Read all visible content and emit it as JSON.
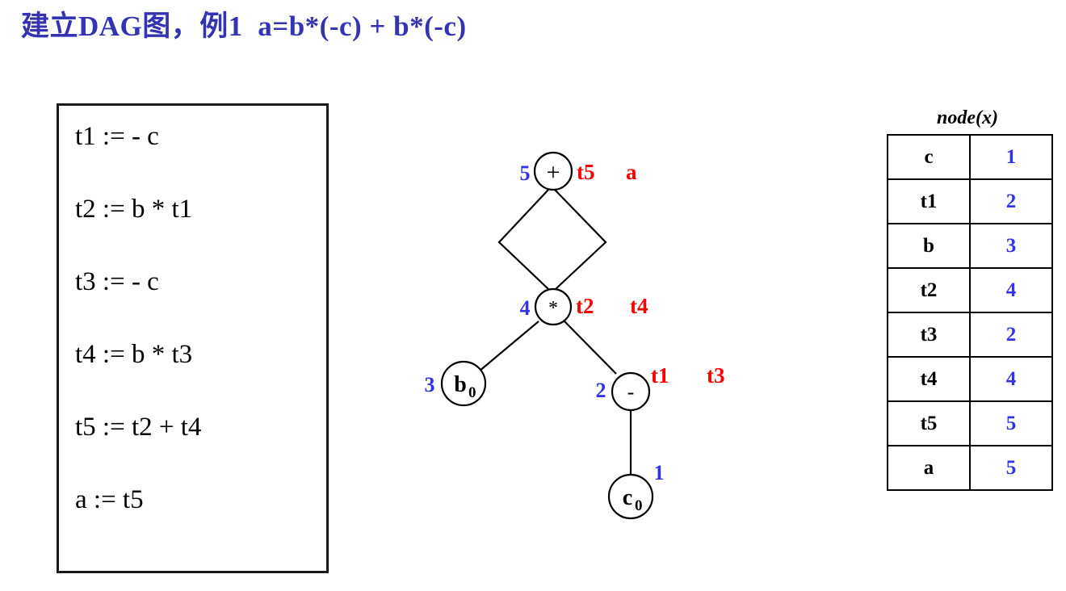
{
  "title": "建立DAG图，例1  a=b*(-c) + b*(-c)",
  "code_box": {
    "lines": [
      "t1 := - c",
      "t2 := b * t1",
      "t3 := - c",
      "t4 := b * t3",
      "t5 := t2 + t4",
      "a := t5"
    ]
  },
  "dag": {
    "colors": {
      "number": "#3333ee",
      "alias": "#fa0000",
      "stroke": "#000000",
      "title": "#3333b3"
    },
    "nodes": [
      {
        "id": "plus",
        "op": "+",
        "number": "5",
        "aliases": [
          "t5",
          "a"
        ]
      },
      {
        "id": "times",
        "op": "*",
        "number": "4",
        "aliases": [
          "t2",
          "t4"
        ]
      },
      {
        "id": "b",
        "op": "b",
        "sub": "0",
        "number": "3",
        "aliases": []
      },
      {
        "id": "minus",
        "op": "-",
        "number": "2",
        "aliases": [
          "t1",
          "t3"
        ]
      },
      {
        "id": "c",
        "op": "c",
        "sub": "0",
        "number": "1",
        "aliases": []
      }
    ]
  },
  "table": {
    "caption": "node(x)",
    "rows": [
      {
        "name": "c",
        "value": "1"
      },
      {
        "name": "t1",
        "value": "2"
      },
      {
        "name": "b",
        "value": "3"
      },
      {
        "name": "t2",
        "value": "4"
      },
      {
        "name": "t3",
        "value": "2"
      },
      {
        "name": "t4",
        "value": "4"
      },
      {
        "name": "t5",
        "value": "5"
      },
      {
        "name": "a",
        "value": "5"
      }
    ]
  }
}
